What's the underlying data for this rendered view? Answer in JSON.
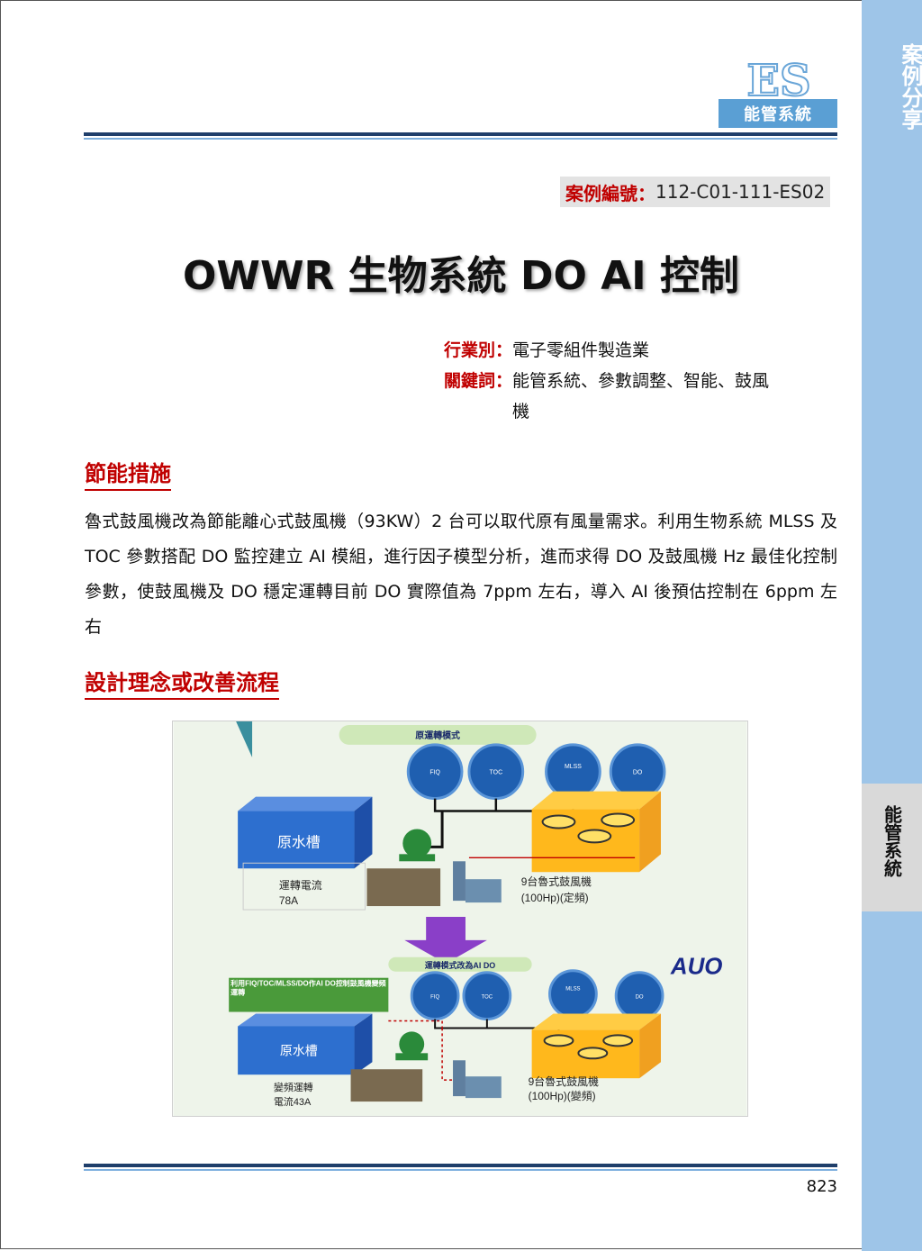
{
  "header": {
    "logo_text": "ES",
    "badge_label": "能管系統",
    "side_band_top": "案例分享",
    "side_tab_label": "能管系統"
  },
  "case": {
    "label": "案例編號：",
    "value": "112-C01-111-ES02"
  },
  "title": "OWWR 生物系統 DO AI 控制",
  "meta": {
    "industry_label": "行業別：",
    "industry_value": "電子零組件製造業",
    "keywords_label": "關鍵詞：",
    "keywords_value": "能管系統、參數調整、智能、鼓風機"
  },
  "sections": {
    "measures_heading": "節能措施",
    "measures_text": "魯式鼓風機改為節能離心式鼓風機（93KW）2 台可以取代原有風量需求。利用生物系統 MLSS 及 TOC 參數搭配 DO 監控建立 AI 模組，進行因子模型分析，進而求得 DO 及鼓風機 Hz 最佳化控制參數，使鼓風機及 DO 穩定運轉目前 DO 實際值為 7ppm 左右，導入 AI 後預估控制在 6ppm 左右",
    "design_heading": "設計理念或改善流程"
  },
  "diagram": {
    "top_banner": "原運轉模式",
    "bottom_banner": "運轉模式改為AI DO",
    "circles": [
      "FIQ",
      "TOC",
      "MLSS",
      "DO"
    ],
    "tank_label": "原水槽",
    "top_current": "運轉電流",
    "top_current_value": "78A",
    "top_blower": "9台魯式鼓風機",
    "top_blower_spec": "(100Hp)(定頻)",
    "side_note": "利用FIQ/TOC/MLSS/DO作AI DO控制鼓風機變頻運轉",
    "bottom_current": "變頻運轉",
    "bottom_current_value": "電流43A",
    "bottom_blower": "9台魯式鼓風機",
    "bottom_blower_spec": "(100Hp)(變頻)",
    "brand": "AUO"
  },
  "footer": {
    "page_number": "823"
  },
  "colors": {
    "accent_red": "#c00000",
    "navy": "#1f3e6a",
    "side_blue": "#9ec5e8",
    "badge_blue": "#5a9fd4"
  }
}
